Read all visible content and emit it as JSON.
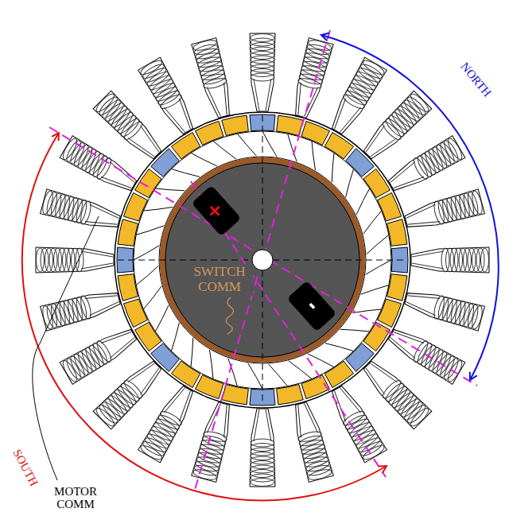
{
  "diagram": {
    "labels": [
      "NORTH",
      "SOUTH",
      "+",
      "-",
      "SWITCH COMM",
      "MOTOR COMM"
    ]
  }
}
